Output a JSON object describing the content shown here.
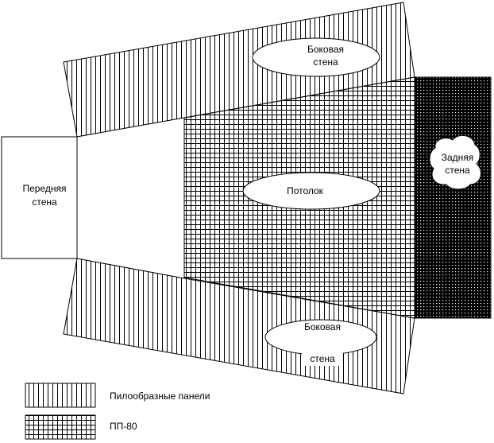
{
  "diagram": {
    "front_wall": {
      "line1": "Передняя",
      "line2": "стена"
    },
    "side_wall_top": {
      "line1": "Боковая",
      "line2": "стена"
    },
    "side_wall_bottom": {
      "line1": "Боковая",
      "line2": "стена"
    },
    "ceiling": {
      "label": "Потолок"
    },
    "back_wall": {
      "line1": "Задняя",
      "line2": "стена"
    }
  },
  "legend": {
    "items": [
      {
        "pattern": "vertical-lines",
        "label": "Пилообразные панели"
      },
      {
        "pattern": "grid",
        "label": "ПП-80"
      }
    ]
  },
  "colors": {
    "stroke": "#000000",
    "background": "#ffffff",
    "dense_fill": "#000000"
  }
}
